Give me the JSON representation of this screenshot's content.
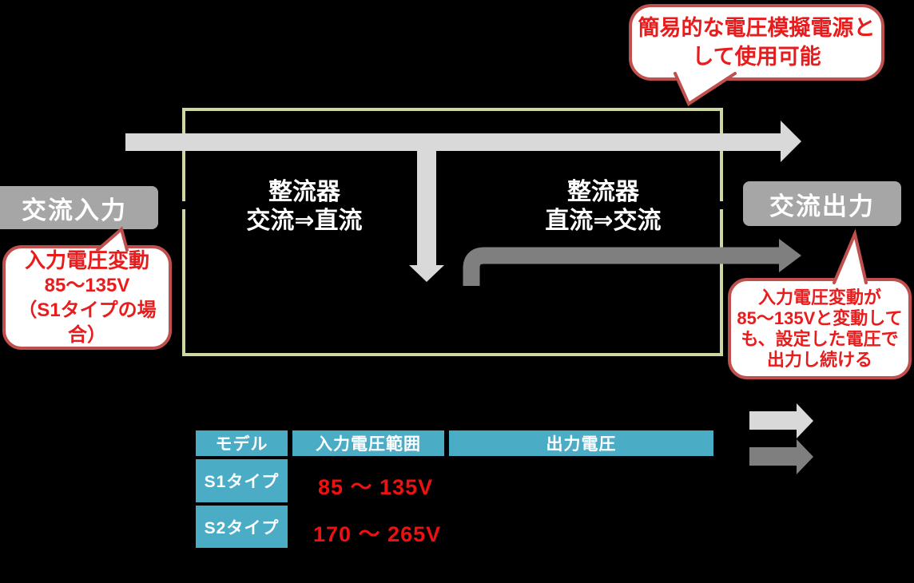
{
  "flow_diagram": {
    "ac_input_label": "交流入力",
    "ac_output_label": "交流出力",
    "rectifier_ac_dc": {
      "line1": "整流器",
      "line2": "交流⇒直流"
    },
    "rectifier_dc_ac": {
      "line1": "整流器",
      "line2": "直流⇒交流"
    },
    "top_callout": {
      "line1": "簡易的な電圧模擬電源と",
      "line2": "して使用可能"
    },
    "input_callout": {
      "line1": "入力電圧変動",
      "line2": "85〜135V",
      "line3": "（S1タイプの場合）"
    },
    "output_callout": {
      "line1": "入力電圧変動が",
      "line2": "85〜135Vと変動して",
      "line3": "も、設定した電圧で",
      "line4": "出力し続ける"
    }
  },
  "spec_table": {
    "headers": [
      "モデル",
      "入力電圧範囲",
      "出力電圧"
    ],
    "rows": [
      {
        "model": "S1タイプ",
        "input_range": "85 〜 135V",
        "output_voltage": ""
      },
      {
        "model": "S2タイプ",
        "input_range": "170 〜 265V",
        "output_voltage": ""
      }
    ]
  },
  "colors": {
    "background": "#000000",
    "box_border_green": "#ccd8a2",
    "gray_label_box": "#a6a6a6",
    "light_arrow": "#d9d9d9",
    "dark_arrow": "#7f7f7f",
    "callout_border_red": "#c0504d",
    "callout_text_red": "#e81c1c",
    "table_header_teal": "#4bacc6",
    "value_text_red": "#ee1111"
  }
}
